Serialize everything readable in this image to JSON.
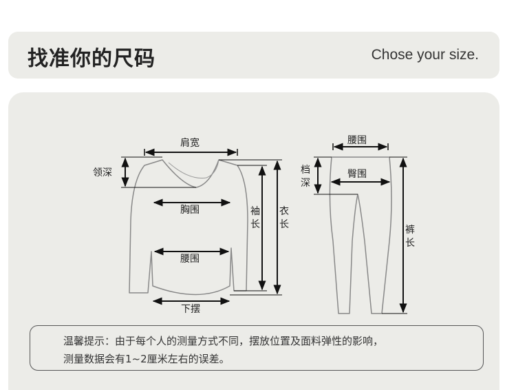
{
  "header": {
    "title": "找准你的尺码",
    "subtitle": "Chose your size."
  },
  "top_labels": {
    "shoulder": "肩宽",
    "neck_depth": "领深",
    "chest": "胸围",
    "waist": "腰围",
    "hem": "下摆",
    "sleeve_length": "袖长",
    "top_length": "衣长"
  },
  "pants_labels": {
    "waist": "腰围",
    "hip": "臀围",
    "rise": "档深",
    "pants_length": "裤长"
  },
  "tip": {
    "line1": "温馨提示：由于每个人的测量方式不同，摆放位置及面料弹性的影响，",
    "line2": "测量数据会有1~2厘米左右的误差。"
  }
}
